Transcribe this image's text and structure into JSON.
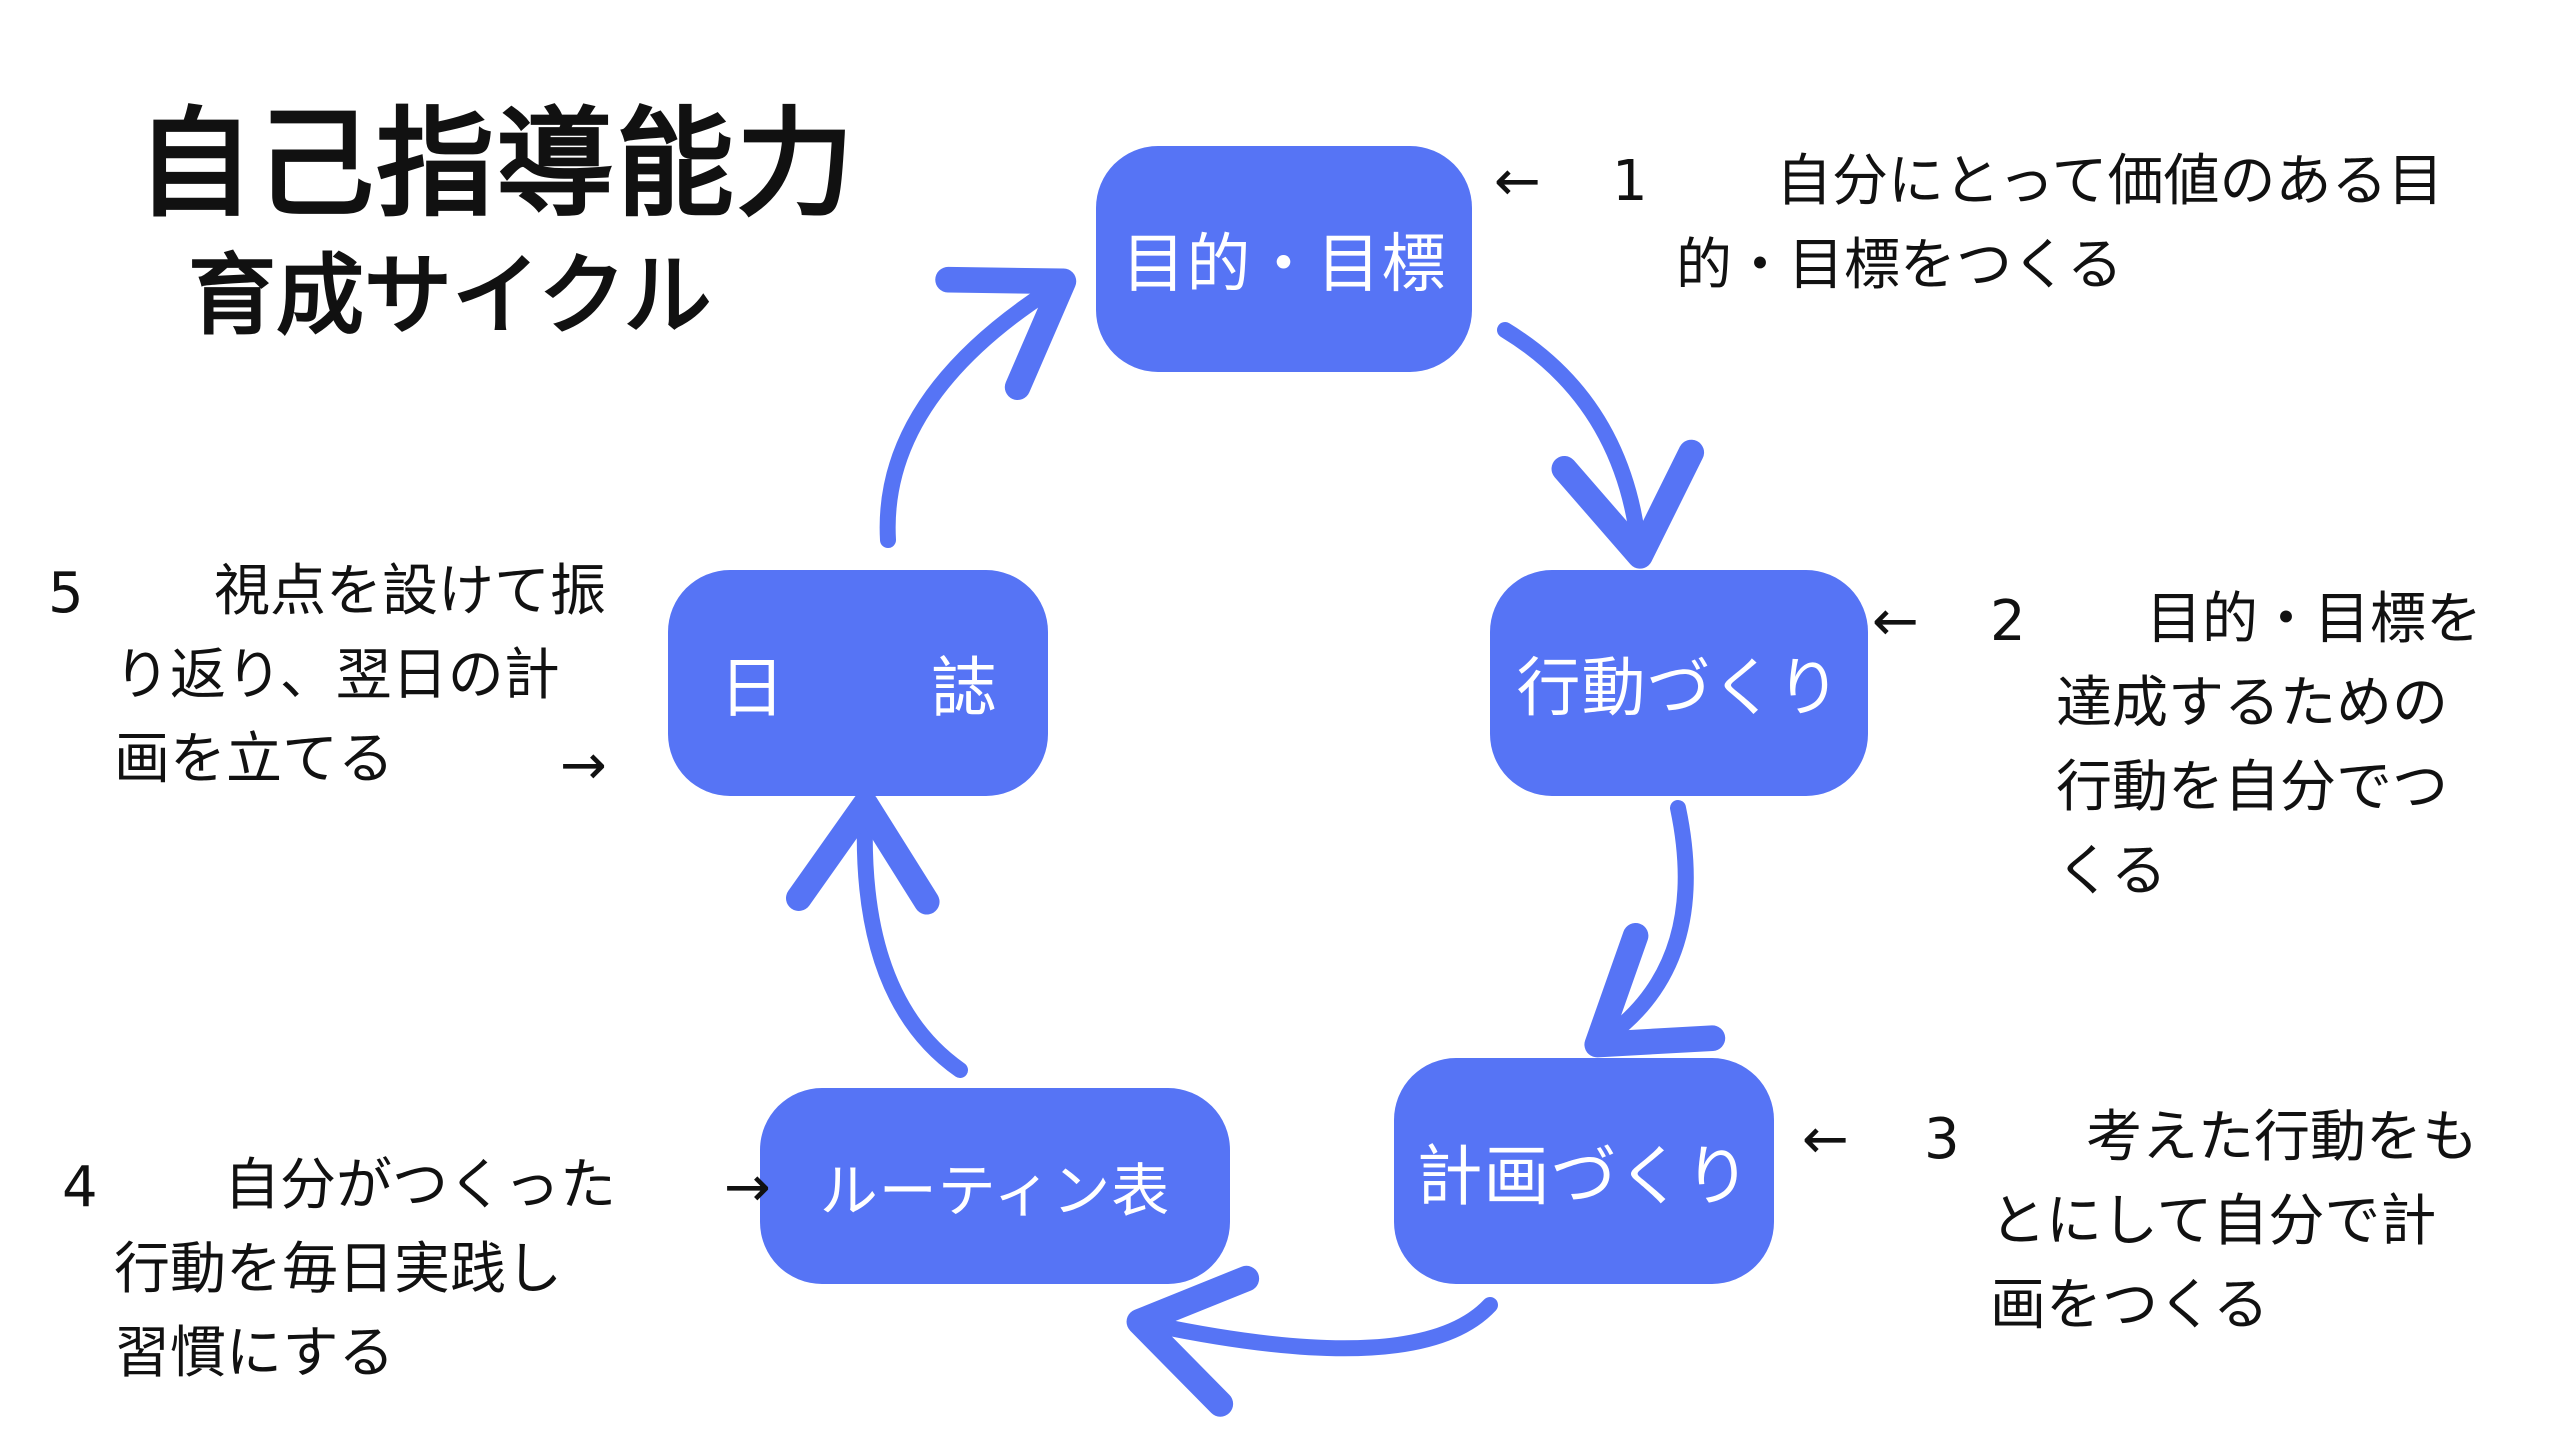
{
  "title": {
    "main": "自己指導能力",
    "sub": "育成サイクル"
  },
  "nodes": {
    "goal": "目的・目標",
    "action": "行動づくり",
    "plan": "計画づくり",
    "routine": "ルーティン表",
    "diary": "日　誌"
  },
  "steps": {
    "s1": {
      "arrow": "←",
      "number": "1",
      "lines": [
        "自分にとって価値のある目",
        "的・目標をつくる"
      ]
    },
    "s2": {
      "arrow": "←",
      "number": "2",
      "lines": [
        "目的・目標を",
        "達成するための",
        "行動を自分でつ",
        "くる"
      ]
    },
    "s3": {
      "arrow": "←",
      "number": "3",
      "lines": [
        "考えた行動をも",
        "とにして自分で計",
        "画をつくる"
      ]
    },
    "s4": {
      "arrow": "→",
      "number": "4",
      "lines": [
        "自分がつくった",
        "行動を毎日実践し",
        "習慣にする"
      ]
    },
    "s5": {
      "arrow": "→",
      "number": "5",
      "lines": [
        "視点を設けて振",
        "り返り、翌日の計",
        "画を立てる"
      ]
    }
  },
  "colors": {
    "node_fill": "#5674F5",
    "cycle_arrow": "#5674F5",
    "text": "#111111"
  }
}
